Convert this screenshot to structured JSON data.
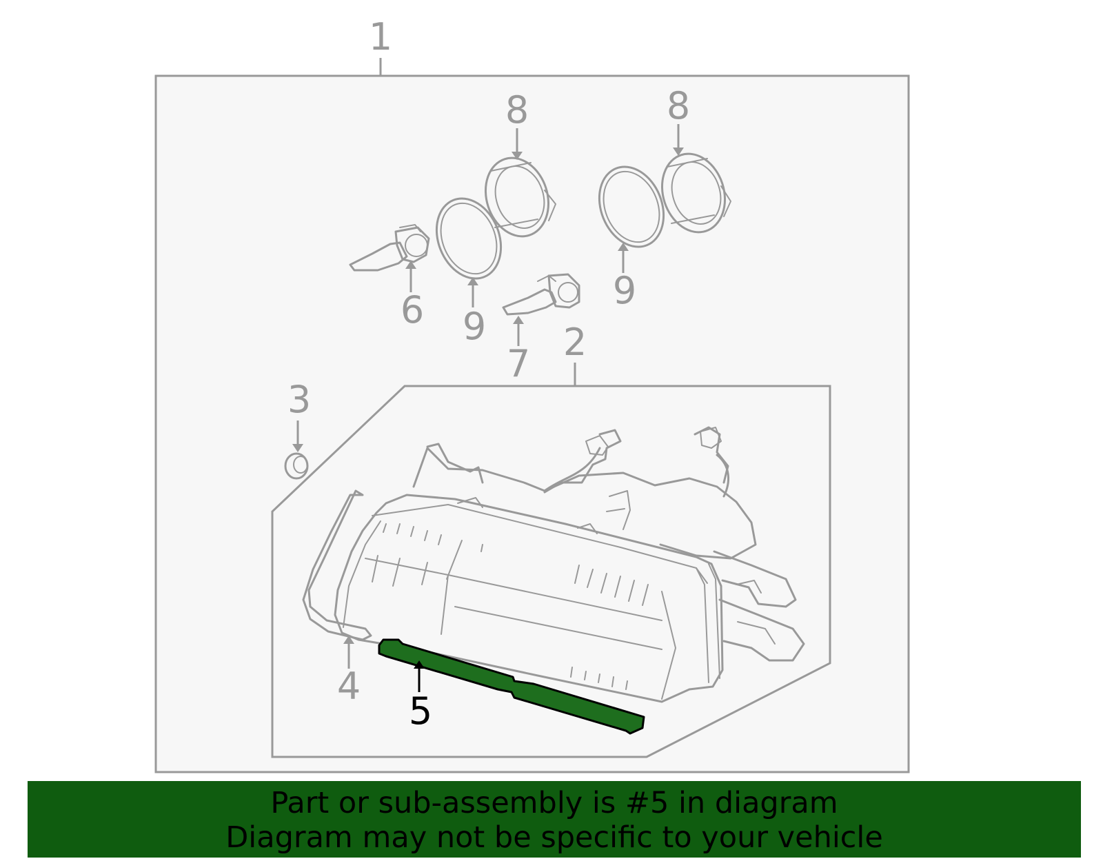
{
  "diagram": {
    "callouts": {
      "c1": "1",
      "c2": "2",
      "c3": "3",
      "c4": "4",
      "c5": "5",
      "c6": "6",
      "c7": "7",
      "c8a": "8",
      "c8b": "8",
      "c9a": "9",
      "c9b": "9"
    },
    "highlighted_part": "5",
    "colors": {
      "line": "#999999",
      "panel_fill": "#f7f7f7",
      "highlight_fill": "#1e6e1e",
      "banner_bg": "#0f5c0f"
    }
  },
  "banner": {
    "line1": "Part or sub-assembly is #5 in diagram",
    "line2": "Diagram may not be specific to your vehicle"
  }
}
